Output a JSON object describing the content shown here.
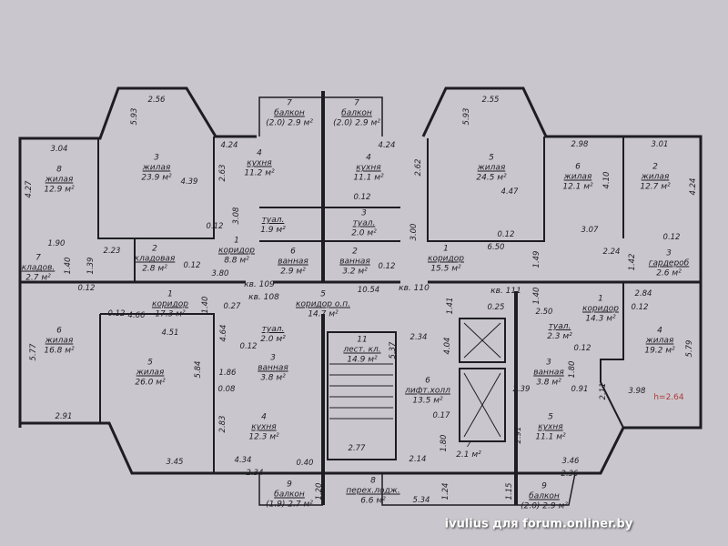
{
  "rooms": [
    {
      "num": "8",
      "name": "жилая",
      "area": "12.9 м²"
    },
    {
      "num": "3",
      "name": "жилая",
      "area": "23.9 м²"
    },
    {
      "num": "4",
      "name": "кухня",
      "area": "11.2 м²"
    },
    {
      "num": "7",
      "name": "балкон",
      "area": "(2.0) 2.9 м²"
    },
    {
      "num": "7",
      "name": "балкон",
      "area": "(2.0) 2.9 м²"
    },
    {
      "num": "1",
      "name": "коридор",
      "area": "8.8 м²"
    },
    {
      "num": "2",
      "name": "кладовая",
      "area": "2.8 м²"
    },
    {
      "num": "7",
      "name": "кладов.",
      "area": "2.7 м²"
    },
    {
      "num": "",
      "name": "туал.",
      "area": "1.9 м²"
    },
    {
      "num": "6",
      "name": "ванная",
      "area": "2.9 м²"
    },
    {
      "num": "4",
      "name": "кухня",
      "area": "11.1 м²"
    },
    {
      "num": "3",
      "name": "туал.",
      "area": "2.0 м²"
    },
    {
      "num": "2",
      "name": "ванная",
      "area": "3.2 м²"
    },
    {
      "num": "5",
      "name": "жилая",
      "area": "24.5 м²"
    },
    {
      "num": "6",
      "name": "жилая",
      "area": "12.1 м²"
    },
    {
      "num": "2",
      "name": "жилая",
      "area": "12.7 м²"
    },
    {
      "num": "1",
      "name": "коридор",
      "area": "15.5 м²"
    },
    {
      "num": "3",
      "name": "гардероб",
      "area": "2.6 м²"
    },
    {
      "num": "6",
      "name": "жилая",
      "area": "16.8 м²"
    },
    {
      "num": "1",
      "name": "коридор",
      "area": "17.3 м²"
    },
    {
      "num": "5",
      "name": "жилая",
      "area": "26.0 м²"
    },
    {
      "num": "",
      "name": "туал.",
      "area": "2.0 м²"
    },
    {
      "num": "3",
      "name": "ванная",
      "area": "3.8 м²"
    },
    {
      "num": "4",
      "name": "кухня",
      "area": "12.3 м²"
    },
    {
      "num": "9",
      "name": "балкон",
      "area": "(1.9) 2.7 м²"
    },
    {
      "num": "5",
      "name": "коридор о.п.",
      "area": "14.7 м²"
    },
    {
      "num": "11",
      "name": "лест. кл.",
      "area": "14.9 м²"
    },
    {
      "num": "8",
      "name": "перех.лодж.",
      "area": "6.6 м²"
    },
    {
      "num": "6",
      "name": "лифт.холл",
      "area": "13.5 м²"
    },
    {
      "num": "7",
      "name": "",
      "area": "2.1 м²"
    },
    {
      "num": "1",
      "name": "коридор",
      "area": "14.3 м²"
    },
    {
      "num": "",
      "name": "туал.",
      "area": "2.3 м²"
    },
    {
      "num": "3",
      "name": "ванная",
      "area": "3.8 м²"
    },
    {
      "num": "4",
      "name": "жилая",
      "area": "19.2 м²"
    },
    {
      "num": "5",
      "name": "кухня",
      "area": "11.1 м²"
    },
    {
      "num": "9",
      "name": "балкон",
      "area": "(2.0) 2.9 м²"
    }
  ],
  "dimensions": [
    "2.56",
    "5.93",
    "3.04",
    "4.27",
    "4.39",
    "4.24",
    "2.63",
    "3.08",
    "0.12",
    "1.90",
    "1.40",
    "1.39",
    "2.23",
    "0.12",
    "3.80",
    "2.55",
    "5.93",
    "4.24",
    "2.62",
    "4.47",
    "2.98",
    "4.10",
    "3.01",
    "4.24",
    "3.00",
    "0.12",
    "6.50",
    "3.07",
    "1.49",
    "2.24",
    "1.42",
    "0.12",
    "10.54",
    "0.12",
    "0.12",
    "4.66",
    "4.51",
    "1.40",
    "5.77",
    "5.84",
    "4.64",
    "0.27",
    "0.12",
    "1.86",
    "0.08",
    "2.83",
    "2.91",
    "3.45",
    "4.34",
    "2.34",
    "0.40",
    "1.20",
    "2.77",
    "2.34",
    "1.41",
    "4.04",
    "5.37",
    "0.25",
    "1.40",
    "2.50",
    "0.12",
    "0.91",
    "2.11",
    "1.80",
    "2.39",
    "0.17",
    "1.80",
    "2.14",
    "2.91",
    "3.46",
    "1.24",
    "5.34",
    "1.15",
    "2.36",
    "2.84",
    "0.12",
    "5.79",
    "3.98",
    "0.12",
    "0.12"
  ],
  "apartments": [
    "кв. 109",
    "кв. 108",
    "кв. 110",
    "кв. 111"
  ],
  "height_mark": "h=2.64",
  "watermark": "ivulius для forum.onliner.by",
  "colors": {
    "paper": "#c9c7cd",
    "ink": "#1e1e22",
    "accent": "#b03a3a"
  }
}
